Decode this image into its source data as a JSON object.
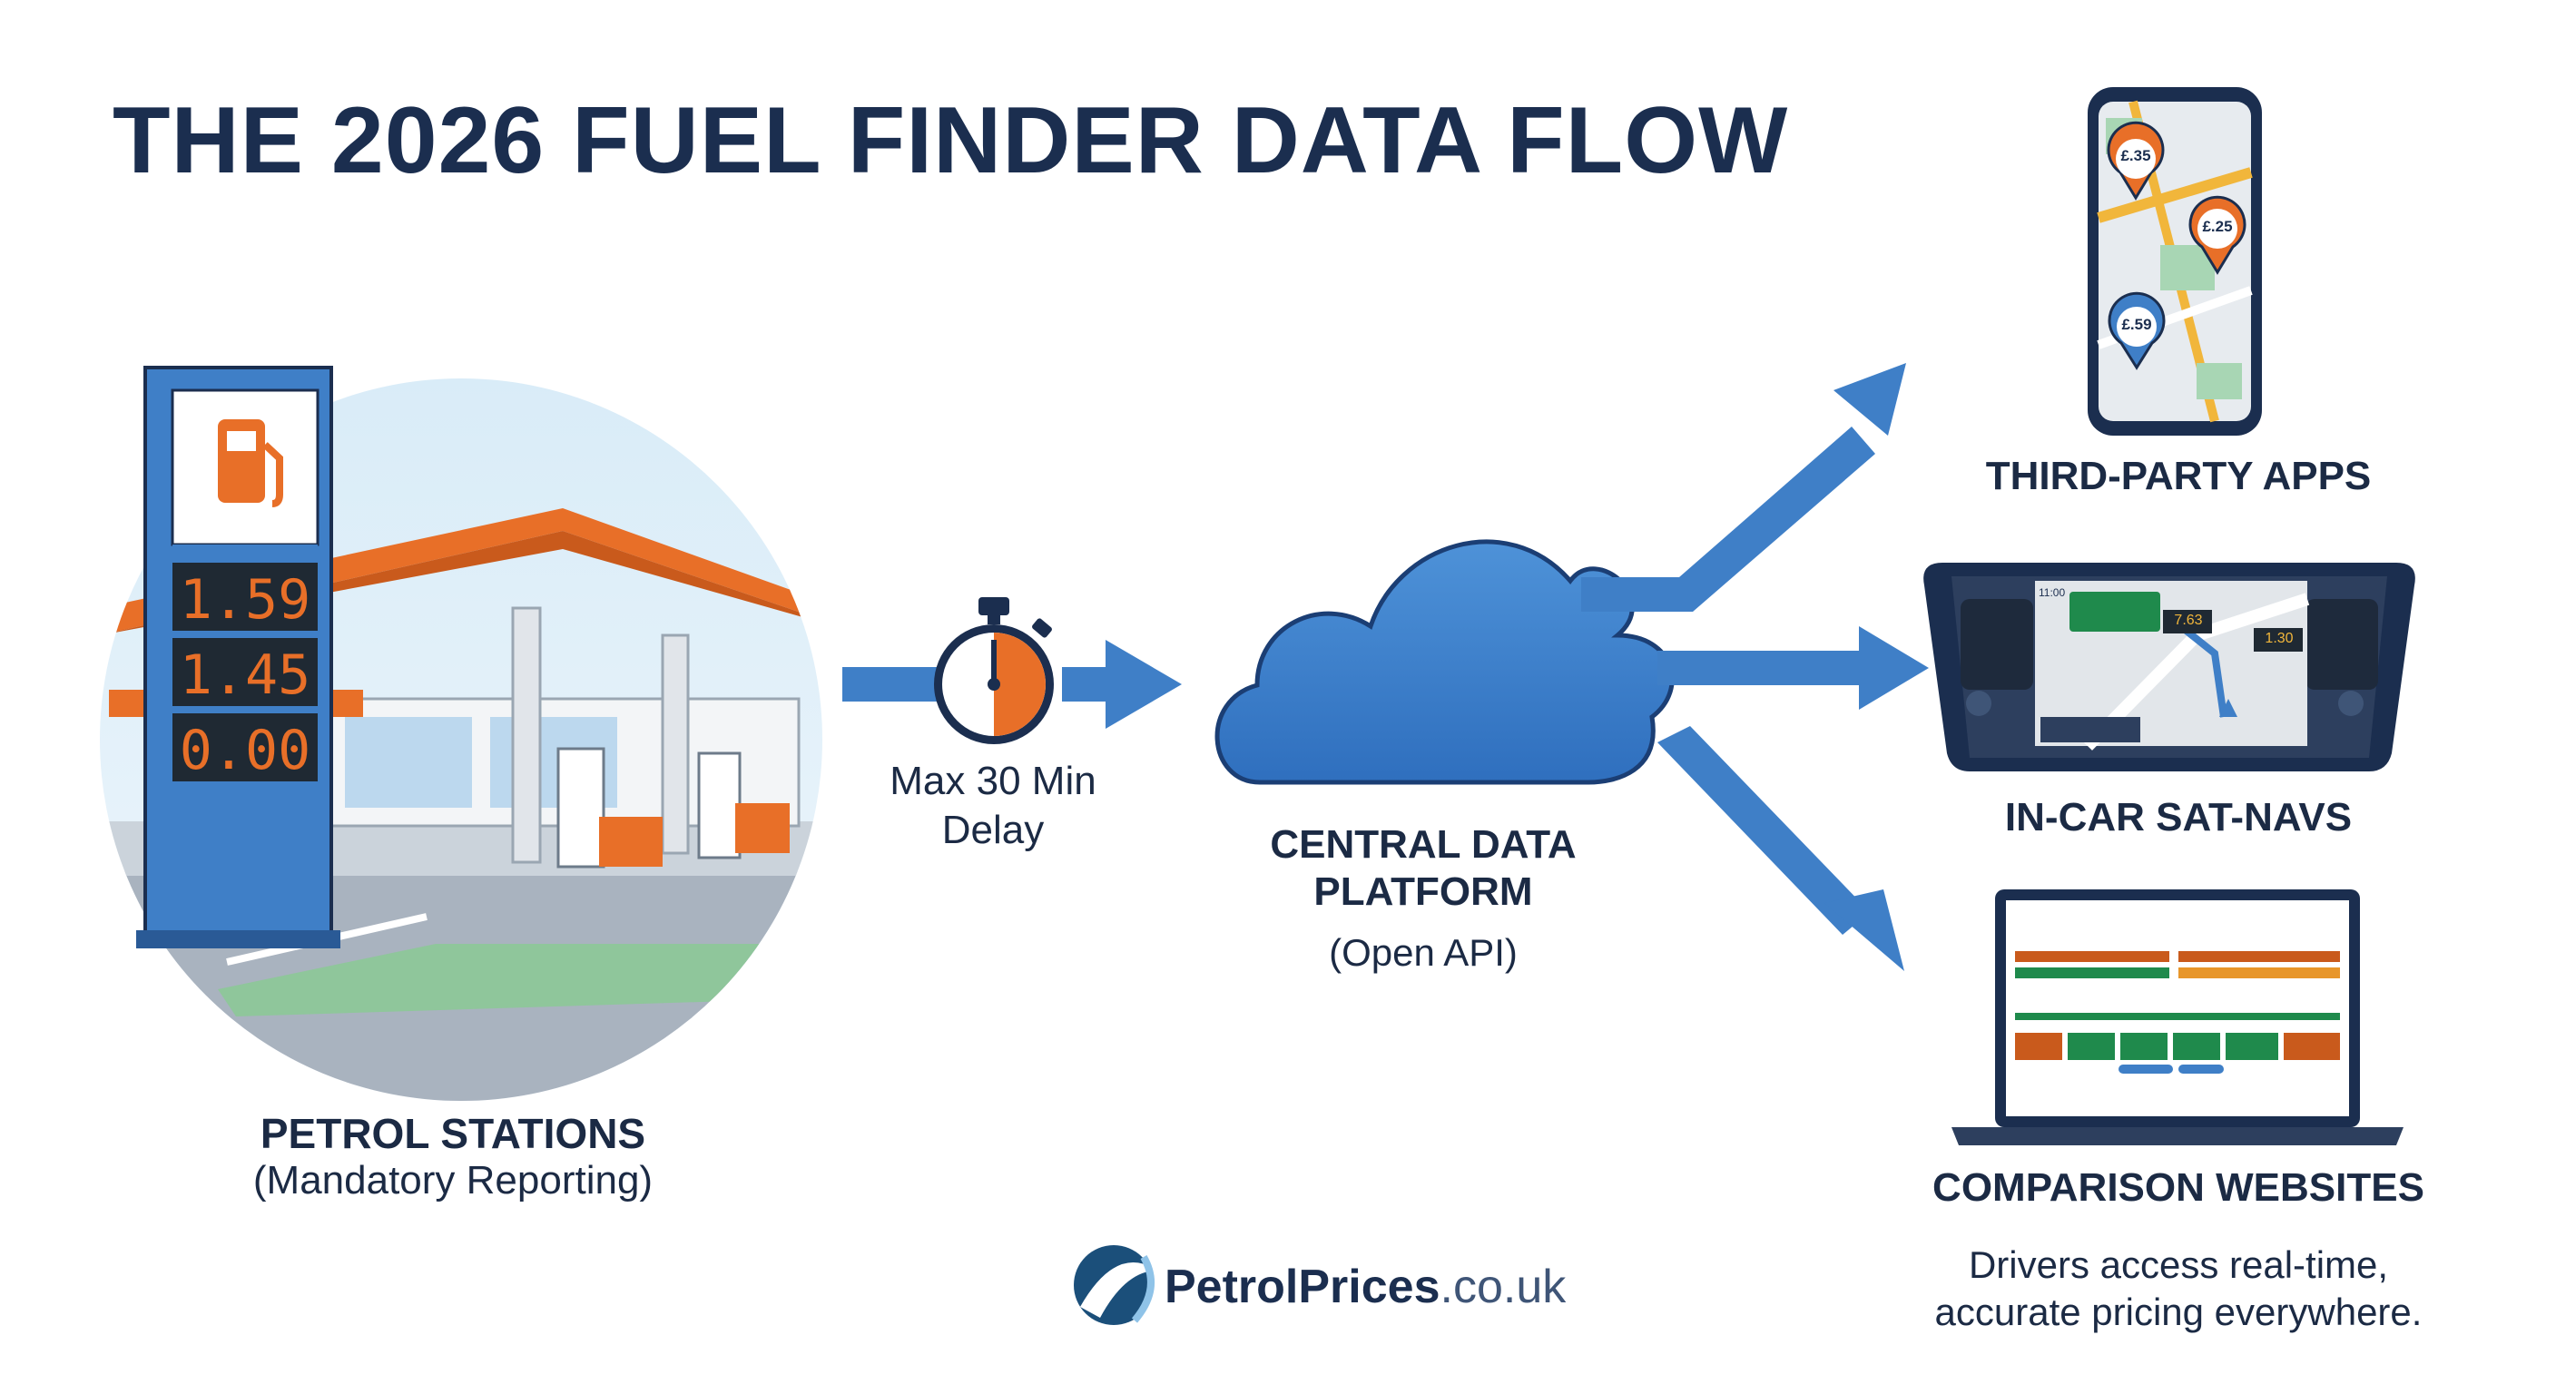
{
  "title": "THE 2026 FUEL FINDER DATA FLOW",
  "station": {
    "heading": "PETROL STATIONS",
    "subheading": "(Mandatory Reporting)",
    "prices": [
      "1.59",
      "1.45",
      "0.00"
    ]
  },
  "timer": {
    "line1": "Max 30 Min",
    "line2": "Delay"
  },
  "platform": {
    "line1": "CENTRAL DATA",
    "line2": "PLATFORM",
    "subheading": "(Open API)"
  },
  "outputs": {
    "apps": {
      "label": "THIRD-PARTY APPS",
      "pins": [
        "£.35",
        "£.25",
        "£.59"
      ]
    },
    "satnav": {
      "label": "IN-CAR SAT-NAVS",
      "prices": [
        "7.63",
        "1.30"
      ],
      "clock": "11:00"
    },
    "websites": {
      "label": "COMPARISON WEBSITES"
    }
  },
  "tagline": {
    "line1": "Drivers access real-time,",
    "line2": "accurate pricing everywhere."
  },
  "logo": {
    "brand": "PetrolPrices",
    "suffix": ".co.uk"
  },
  "colors": {
    "navy": "#1b2e4f",
    "blue": "#3f7fc7",
    "orange": "#e86f28",
    "green": "#1f8a4c"
  }
}
